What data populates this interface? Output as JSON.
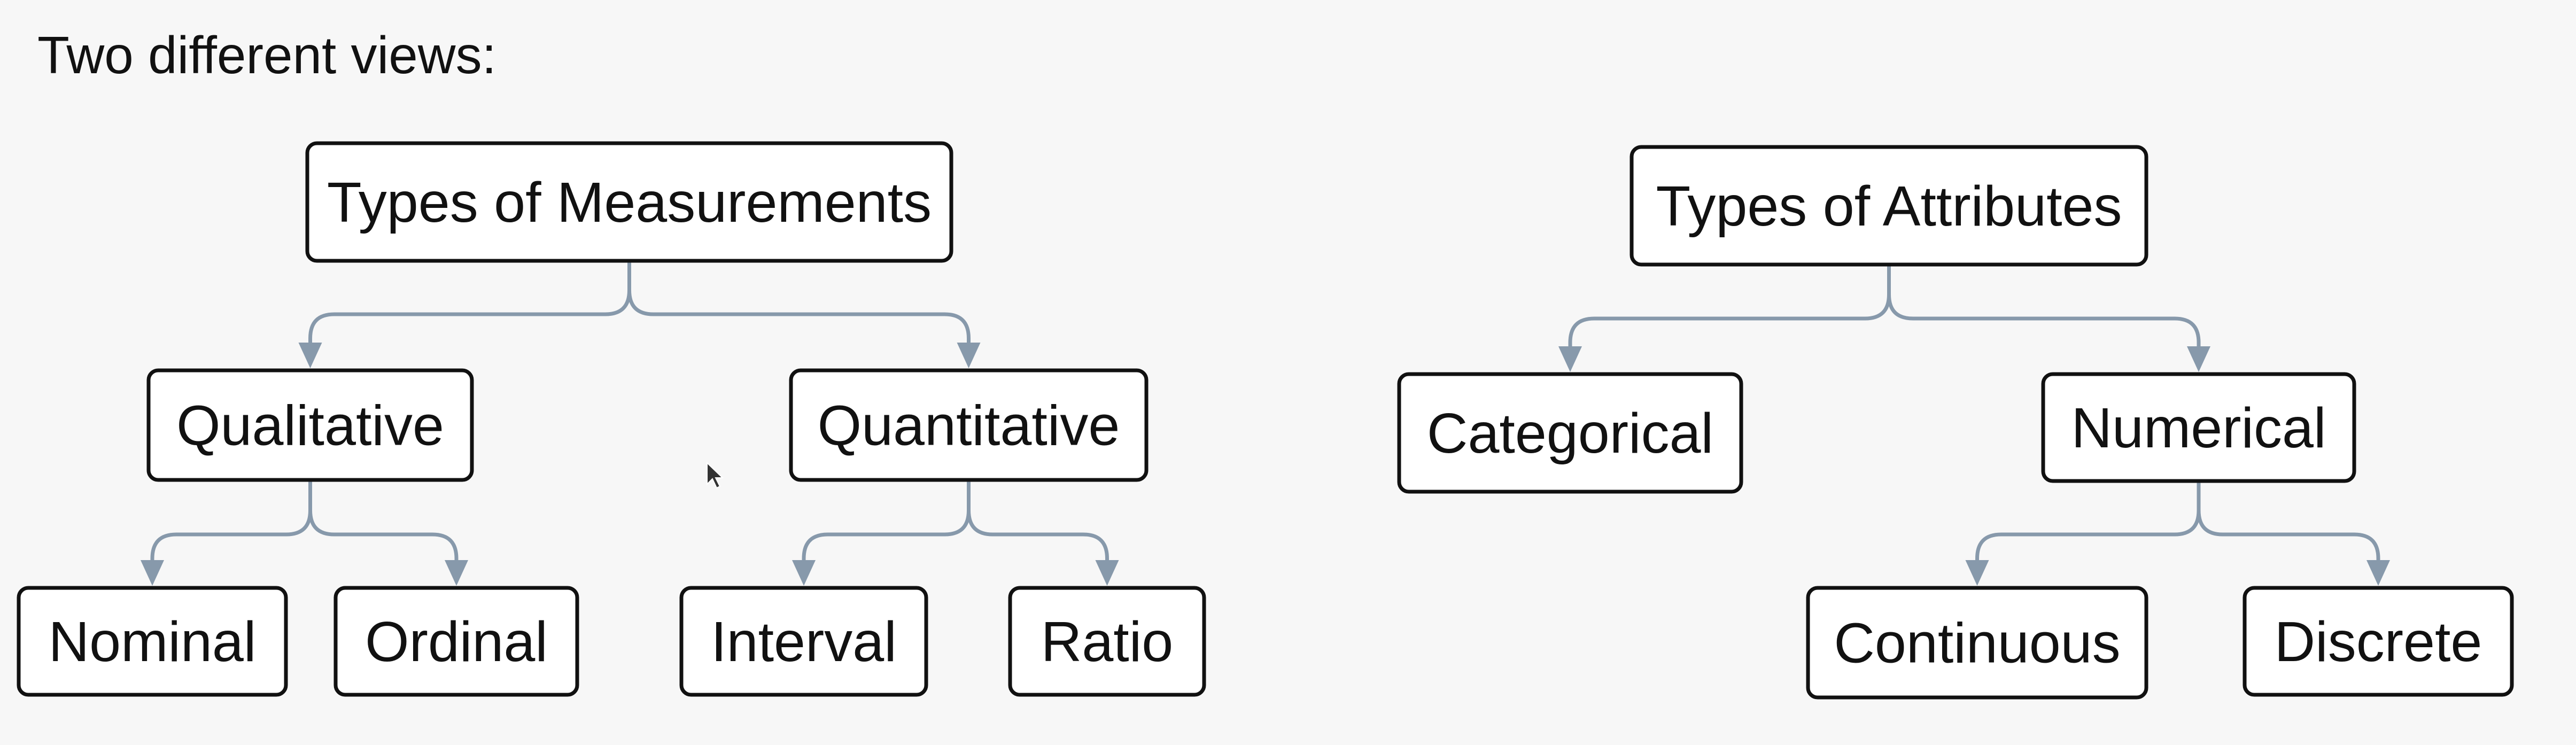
{
  "heading": "Two different views:",
  "colors": {
    "connector": "#8799ab",
    "node_border": "#111111",
    "node_fill": "#ffffff",
    "background": "#f7f7f7",
    "text": "#111111"
  },
  "icons": [
    "mouse-cursor-icon"
  ],
  "diagrams": [
    {
      "root": "Types of Measurements",
      "children": [
        {
          "label": "Qualitative",
          "children": [
            "Nominal",
            "Ordinal"
          ]
        },
        {
          "label": "Quantitative",
          "children": [
            "Interval",
            "Ratio"
          ]
        }
      ]
    },
    {
      "root": "Types of Attributes",
      "children": [
        {
          "label": "Categorical",
          "children": []
        },
        {
          "label": "Numerical",
          "children": [
            "Continuous",
            "Discrete"
          ]
        }
      ]
    }
  ]
}
